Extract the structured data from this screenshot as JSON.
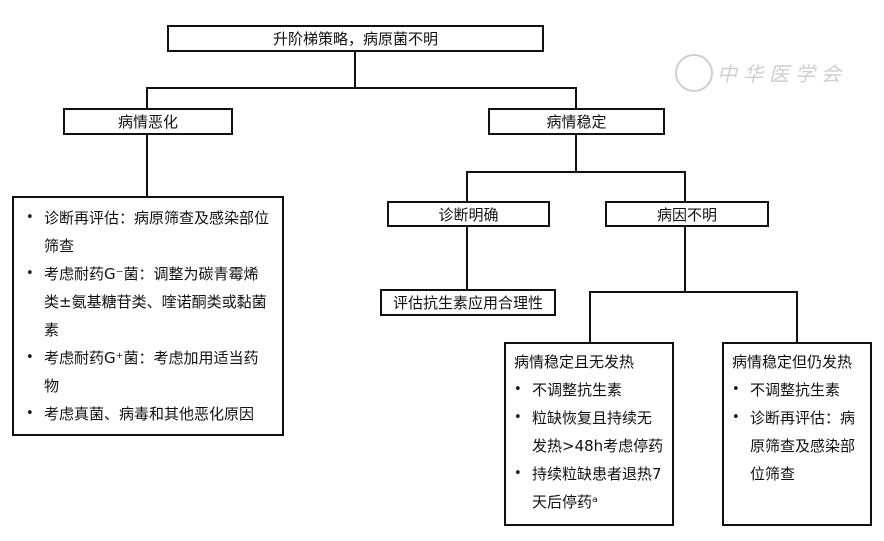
{
  "root": {
    "label": "升阶梯策略，病原菌不明"
  },
  "worse": {
    "label": "病情恶化",
    "items": [
      "诊断再评估：病原筛查及感染部位筛查",
      "考虑耐药G⁻菌：调整为碳青霉烯类±氨基糖苷类、喹诺酮类或黏菌素",
      "考虑耐药G⁺菌：考虑加用适当药物",
      "考虑真菌、病毒和其他恶化原因"
    ]
  },
  "stable": {
    "label": "病情稳定"
  },
  "diag_clear": {
    "label": "诊断明确"
  },
  "evaluate": {
    "label": "评估抗生素应用合理性"
  },
  "cause_unknown": {
    "label": "病因不明"
  },
  "stable_nofever": {
    "title": "病情稳定且无发热",
    "items": [
      "不调整抗生素",
      "粒缺恢复且持续无发热>48h考虑停药",
      "持续粒缺患者退热7天后停药ᵃ"
    ]
  },
  "stable_fever": {
    "title": "病情稳定但仍发热",
    "items": [
      "不调整抗生素",
      "诊断再评估：病原筛查及感染部位筛查"
    ]
  },
  "watermark": {
    "text": "中华医学会"
  }
}
